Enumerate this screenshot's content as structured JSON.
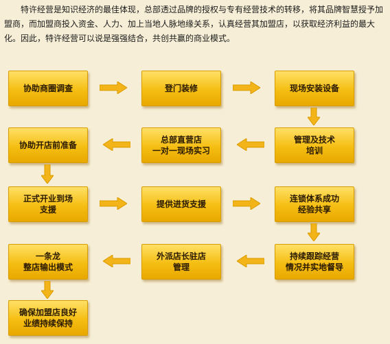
{
  "intro": "特许经营是知识经济的最佳体现，总部透过品牌的授权与专有经营技术的转移，将其品牌智慧授予加盟商，而加盟商投入资金、人力、加上当地人脉地缘关系，认真经营其加盟店，以获取经济利益的最大化。因此，特许经营可以说是强强结合，共创共赢的商业模式。",
  "steps": [
    {
      "label": "协助商圈调查"
    },
    {
      "label": "登门装修"
    },
    {
      "label": "现场安装设备"
    },
    {
      "label": "管理及技术\n培训"
    },
    {
      "label": "总部直营店\n一对一现场实习"
    },
    {
      "label": "协助开店前准备"
    },
    {
      "label": "正式开业到场\n支援"
    },
    {
      "label": "提供进货支援"
    },
    {
      "label": "连锁体系成功\n经验共享"
    },
    {
      "label": "持续跟踪经营\n情况并实地督导"
    },
    {
      "label": "外派店长驻店\n管理"
    },
    {
      "label": "一条龙\n整店输出模式"
    },
    {
      "label": "确保加盟店良好\n业绩持续保持"
    }
  ],
  "colors": {
    "box_top": "#ffe066",
    "box_bottom": "#e8a800",
    "arrow": "#f2b418"
  }
}
